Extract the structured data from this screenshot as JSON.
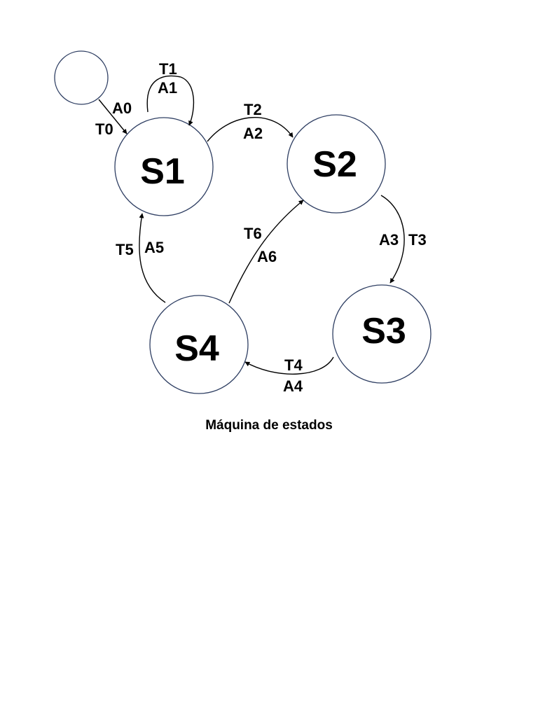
{
  "diagram": {
    "caption": "Máquina de estados",
    "states": {
      "s1": "S1",
      "s2": "S2",
      "s3": "S3",
      "s4": "S4"
    },
    "transitions": {
      "t0": {
        "trigger": "T0",
        "action": "A0"
      },
      "t1": {
        "trigger": "T1",
        "action": "A1"
      },
      "t2": {
        "trigger": "T2",
        "action": "A2"
      },
      "t3": {
        "trigger": "T3",
        "action": "A3"
      },
      "t4": {
        "trigger": "T4",
        "action": "A4"
      },
      "t5": {
        "trigger": "T5",
        "action": "A5"
      },
      "t6": {
        "trigger": "T6",
        "action": "A6"
      }
    },
    "colors": {
      "circle_stroke": "#2f3f63",
      "arrow": "#000000",
      "text": "#000000"
    }
  }
}
